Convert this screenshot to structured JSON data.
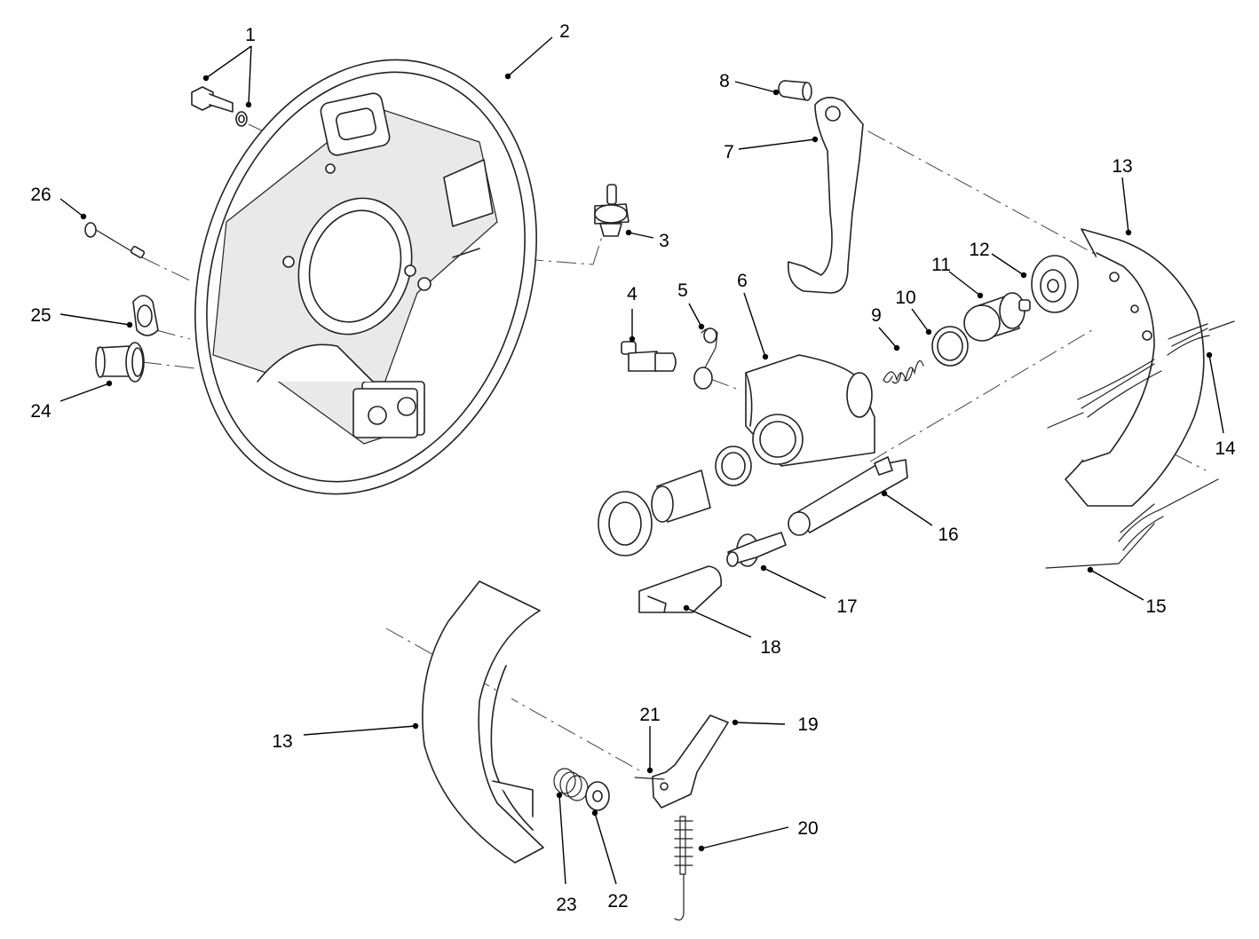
{
  "callouts": [
    {
      "id": "1",
      "label": "1"
    },
    {
      "id": "2",
      "label": "2"
    },
    {
      "id": "3",
      "label": "3"
    },
    {
      "id": "4",
      "label": "4"
    },
    {
      "id": "5",
      "label": "5"
    },
    {
      "id": "6",
      "label": "6"
    },
    {
      "id": "7",
      "label": "7"
    },
    {
      "id": "8",
      "label": "8"
    },
    {
      "id": "9",
      "label": "9"
    },
    {
      "id": "10",
      "label": "10"
    },
    {
      "id": "11",
      "label": "11"
    },
    {
      "id": "12",
      "label": "12"
    },
    {
      "id": "13a",
      "label": "13"
    },
    {
      "id": "13b",
      "label": "13"
    },
    {
      "id": "14",
      "label": "14"
    },
    {
      "id": "15",
      "label": "15"
    },
    {
      "id": "16",
      "label": "16"
    },
    {
      "id": "17",
      "label": "17"
    },
    {
      "id": "18",
      "label": "18"
    },
    {
      "id": "19",
      "label": "19"
    },
    {
      "id": "20",
      "label": "20"
    },
    {
      "id": "21",
      "label": "21"
    },
    {
      "id": "22",
      "label": "22"
    },
    {
      "id": "23",
      "label": "23"
    },
    {
      "id": "24",
      "label": "24"
    },
    {
      "id": "25",
      "label": "25"
    },
    {
      "id": "26",
      "label": "26"
    }
  ]
}
